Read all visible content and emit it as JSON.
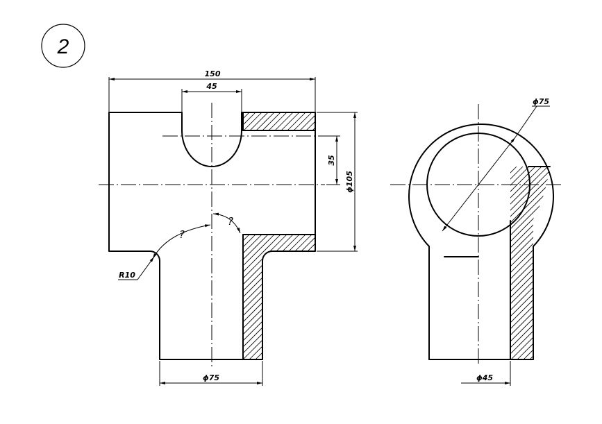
{
  "figure_number": "2",
  "front_view": {
    "dim_width": "150",
    "dim_slot": "45",
    "dim_depth": "35",
    "dim_outer_dia": "ϕ105",
    "dim_stem_dia": "ϕ75",
    "dim_radius": "R10",
    "unknown_1": "?",
    "unknown_2": "?"
  },
  "side_view": {
    "dim_bore_dia": "ϕ75",
    "dim_stem_dia": "ϕ45"
  }
}
